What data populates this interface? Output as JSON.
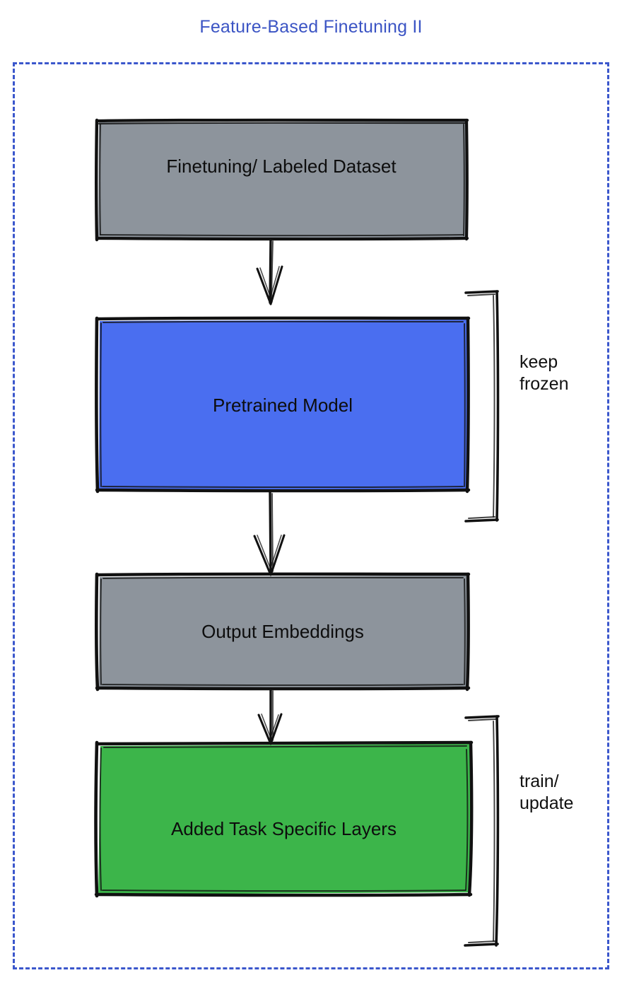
{
  "title": "Feature-Based Finetuning II",
  "colors": {
    "title": "#3b54c4",
    "frame_border": "#3b57cc",
    "gray_box": "#8d949c",
    "blue_box": "#4a6ef0",
    "green_box": "#3cb54a",
    "stroke": "#111111",
    "label_text": "#0d0d0d",
    "background": "#ffffff"
  },
  "nodes": [
    {
      "id": "dataset",
      "label": "Finetuning/ Labeled Dataset",
      "fill": "#8d949c"
    },
    {
      "id": "pretrained",
      "label": "Pretrained Model",
      "fill": "#4a6ef0"
    },
    {
      "id": "embeddings",
      "label": "Output Embeddings",
      "fill": "#8d949c"
    },
    {
      "id": "task_layers",
      "label": "Added Task Specific Layers",
      "fill": "#3cb54a"
    }
  ],
  "annotations": [
    {
      "id": "keep-frozen",
      "text": "keep\nfrozen",
      "target": "pretrained"
    },
    {
      "id": "train-update",
      "text": "train/\nupdate",
      "target": "task_layers"
    }
  ],
  "connections": [
    {
      "from": "dataset",
      "to": "pretrained",
      "style": "arrow-down"
    },
    {
      "from": "pretrained",
      "to": "embeddings",
      "style": "arrow-down"
    },
    {
      "from": "embeddings",
      "to": "task_layers",
      "style": "arrow-down"
    }
  ]
}
